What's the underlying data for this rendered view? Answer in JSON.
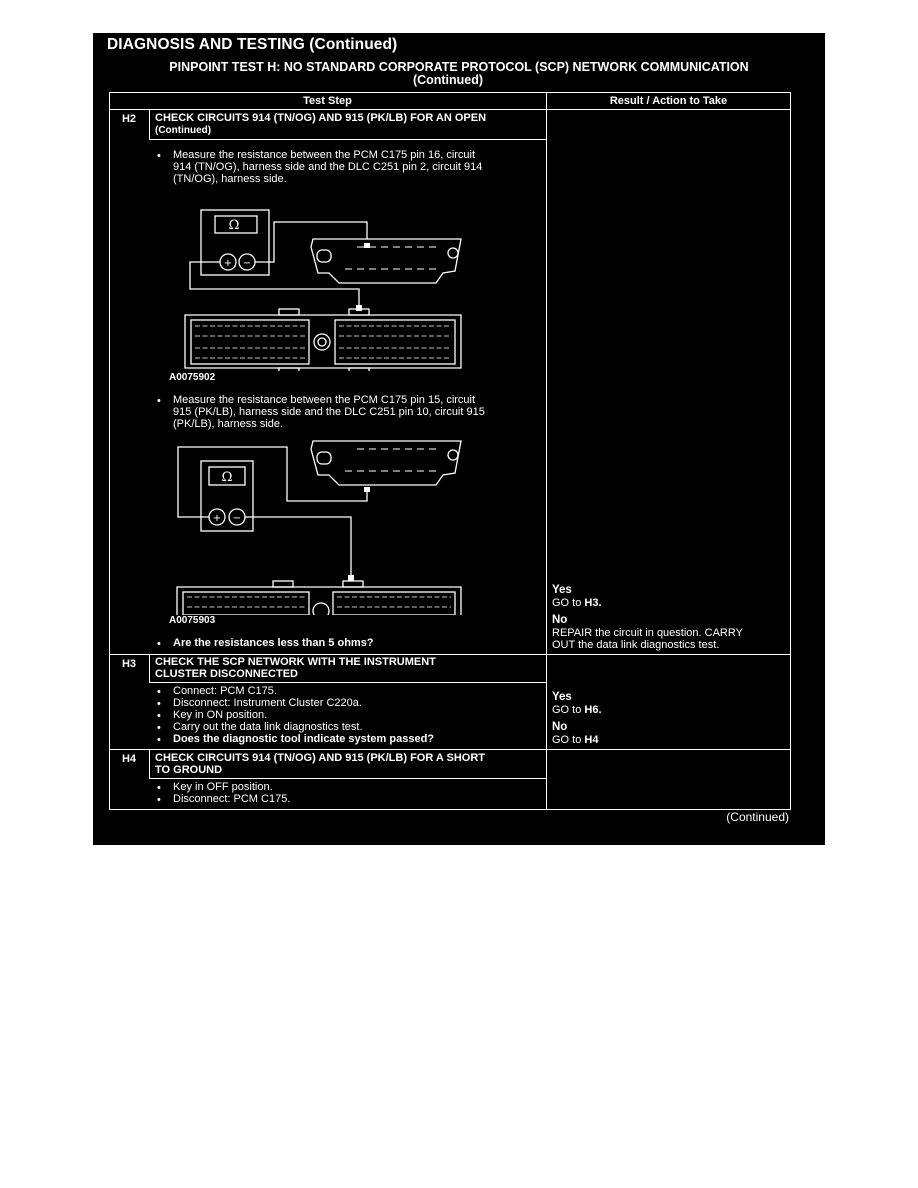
{
  "header": "DIAGNOSIS AND TESTING (Continued)",
  "pinpoint": {
    "line1": "PINPOINT TEST H: NO STANDARD CORPORATE PROTOCOL (SCP) NETWORK COMMUNICATION",
    "line2": "(Continued)"
  },
  "columns": {
    "step": "Test Step",
    "result": "Result / Action to Take"
  },
  "h2": {
    "id": "H2",
    "title1": "CHECK CIRCUITS 914 (TN/OG) AND 915 (PK/LB) FOR AN OPEN",
    "title2": "(Continued)",
    "bullet1": [
      "Measure the resistance between the PCM C175 pin 16, circuit",
      "914 (TN/OG), harness side and the DLC C251 pin 2, circuit 914",
      "(TN/OG), harness side."
    ],
    "fig1_label": "A0075902",
    "bullet2": [
      "Measure the resistance between the PCM C175 pin 15, circuit",
      "915 (PK/LB), harness side and the DLC C251 pin 10, circuit 915",
      "(PK/LB), harness side."
    ],
    "fig2_label": "A0075903",
    "question": "Are the resistances less than 5 ohms?",
    "yes_label": "Yes",
    "yes_action_prefix": "GO to ",
    "yes_action_target": "H3.",
    "no_label": "No",
    "no_action": [
      "REPAIR the circuit in question. CARRY",
      "OUT the data link diagnostics test."
    ]
  },
  "h3": {
    "id": "H3",
    "title1": "CHECK THE SCP NETWORK WITH THE INSTRUMENT",
    "title2": "CLUSTER DISCONNECTED",
    "bullets": [
      "Connect: PCM C175.",
      "Disconnect: Instrument Cluster C220a.",
      "Key in ON position.",
      "Carry out the data link diagnostics test."
    ],
    "question": "Does the diagnostic tool indicate system passed?",
    "yes_label": "Yes",
    "yes_action_prefix": "GO to ",
    "yes_action_target": "H6.",
    "no_label": "No",
    "no_action_prefix": "GO to ",
    "no_action_target": "H4"
  },
  "h4": {
    "id": "H4",
    "title1": "CHECK CIRCUITS 914 (TN/OG) AND 915 (PK/LB) FOR A SHORT",
    "title2": "TO GROUND",
    "bullets": [
      "Key in OFF position.",
      "Disconnect: PCM C175."
    ]
  },
  "omega": "Ω",
  "footer": "(Continued)"
}
